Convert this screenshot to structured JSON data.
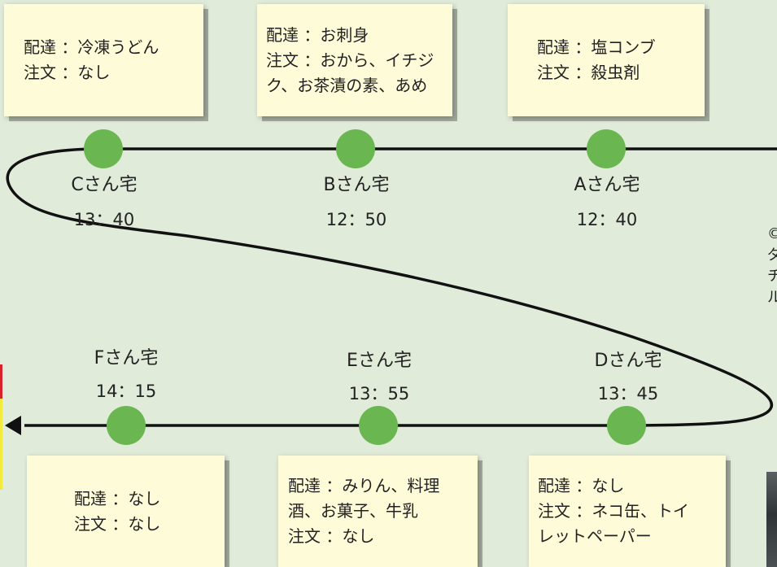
{
  "colors": {
    "background": "#e1ebd9",
    "card": "#fefbd8",
    "dot": "#6ab651",
    "line": "#111111",
    "edge_red": "#d8222b",
    "edge_yellow": "#f2ea3c"
  },
  "stops": [
    {
      "name": "Aさん宅",
      "time": "12：40",
      "delivery": "配達 ：塩コンブ",
      "order": "注文 ：殺虫剤"
    },
    {
      "name": "Bさん宅",
      "time": "12：50",
      "delivery": "配達 ：お刺身",
      "order": "注文 ：おから、イチジ\nク、お茶漬の素、あめ"
    },
    {
      "name": "Cさん宅",
      "time": "13：40",
      "delivery": "配達 ：冷凍うどん",
      "order": "注文 ：なし"
    },
    {
      "name": "Dさん宅",
      "time": "13：45",
      "delivery": "配達 ：なし",
      "order": "注文 ：ネコ缶、トイ\nレットペーパー"
    },
    {
      "name": "Eさん宅",
      "time": "13：55",
      "delivery": "配達 ：みりん、料理\n酒、お菓子、牛乳",
      "order": "注文 ：なし"
    },
    {
      "name": "Fさん宅",
      "time": "14：15",
      "delivery": "配達 ：なし",
      "order": "注文 ：なし"
    }
  ],
  "edge": {
    "lines": [
      "©",
      "ダ",
      "チ",
      "ル"
    ],
    "photo_icon": "photo-thumbnail"
  }
}
